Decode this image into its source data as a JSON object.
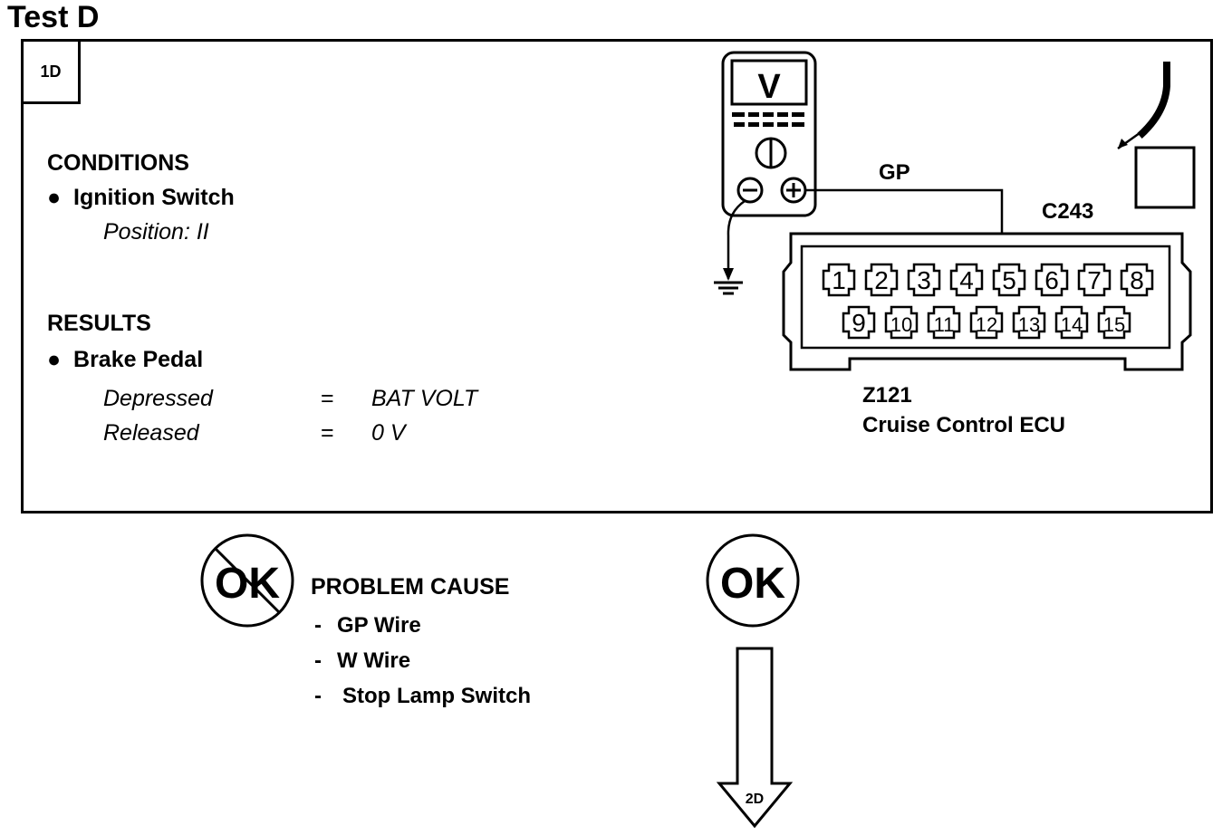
{
  "title": "Test D",
  "step_id": "1D",
  "conditions": {
    "heading": "CONDITIONS",
    "items": [
      {
        "label": "Ignition Switch",
        "detail": "Position: II"
      }
    ]
  },
  "results": {
    "heading": "RESULTS",
    "item_label": "Brake Pedal",
    "rows": [
      {
        "state": "Depressed",
        "eq": "=",
        "value": "BAT VOLT"
      },
      {
        "state": "Released",
        "eq": "=",
        "value": "0 V"
      }
    ]
  },
  "meter": {
    "unit": "V"
  },
  "wire_label": "GP",
  "connector": {
    "id": "C243",
    "pins_top": [
      "1",
      "2",
      "3",
      "4",
      "5",
      "6",
      "7",
      "8"
    ],
    "pins_bottom": [
      "9",
      "10",
      "11",
      "12",
      "13",
      "14",
      "15"
    ]
  },
  "component": {
    "id": "Z121",
    "name": "Cruise Control ECU"
  },
  "not_ok": {
    "symbol": "OK",
    "heading": "PROBLEM CAUSE",
    "causes": [
      {
        "dash": "-",
        "text": "GP  Wire"
      },
      {
        "dash": "-",
        "text": "W   Wire"
      },
      {
        "dash": "-",
        "text": "Stop Lamp Switch"
      }
    ]
  },
  "ok": {
    "symbol": "OK",
    "next_step": "2D"
  }
}
